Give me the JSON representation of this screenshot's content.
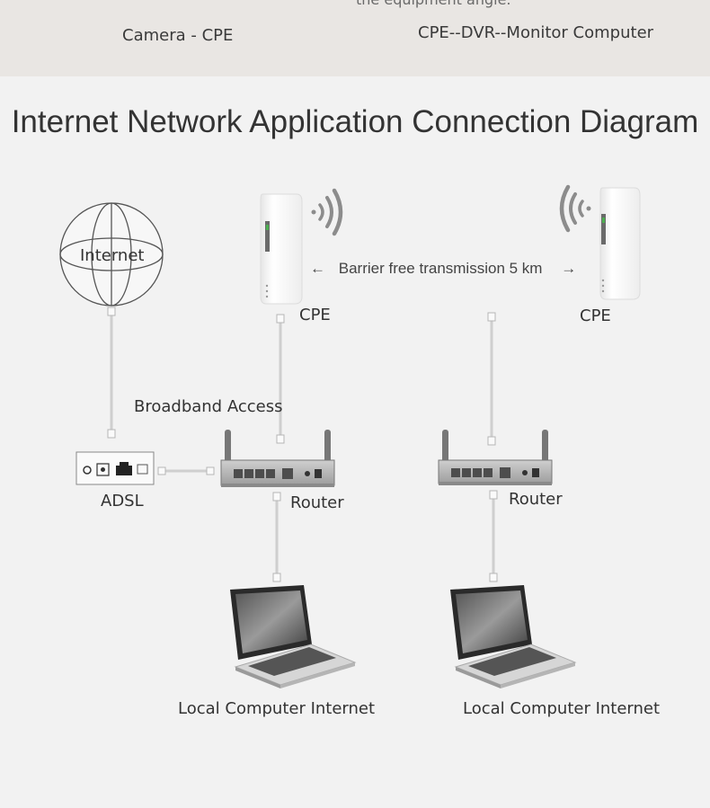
{
  "top": {
    "cut_text": "the equipment angle.",
    "caption_left": "Camera - CPE",
    "caption_right": "CPE--DVR--Monitor Computer"
  },
  "title": "Internet Network Application Connection Diagram",
  "diagram": {
    "internet_label": "Internet",
    "cpe_left_label": "CPE",
    "cpe_right_label": "CPE",
    "transmission_label": "Barrier free transmission 5 km",
    "arrow_left": "←",
    "arrow_right": "→",
    "broadband_label": "Broadband Access",
    "adsl_label": "ADSL",
    "router_left_label": "Router",
    "router_right_label": "Router",
    "computer_left_label": "Local Computer Internet",
    "computer_right_label": "Local Computer Internet"
  },
  "colors": {
    "background": "#f2f2f2",
    "top_band": "#e9e6e3",
    "text": "#333333",
    "device_white": "#fafafa",
    "cable": "#d0d0d0"
  }
}
